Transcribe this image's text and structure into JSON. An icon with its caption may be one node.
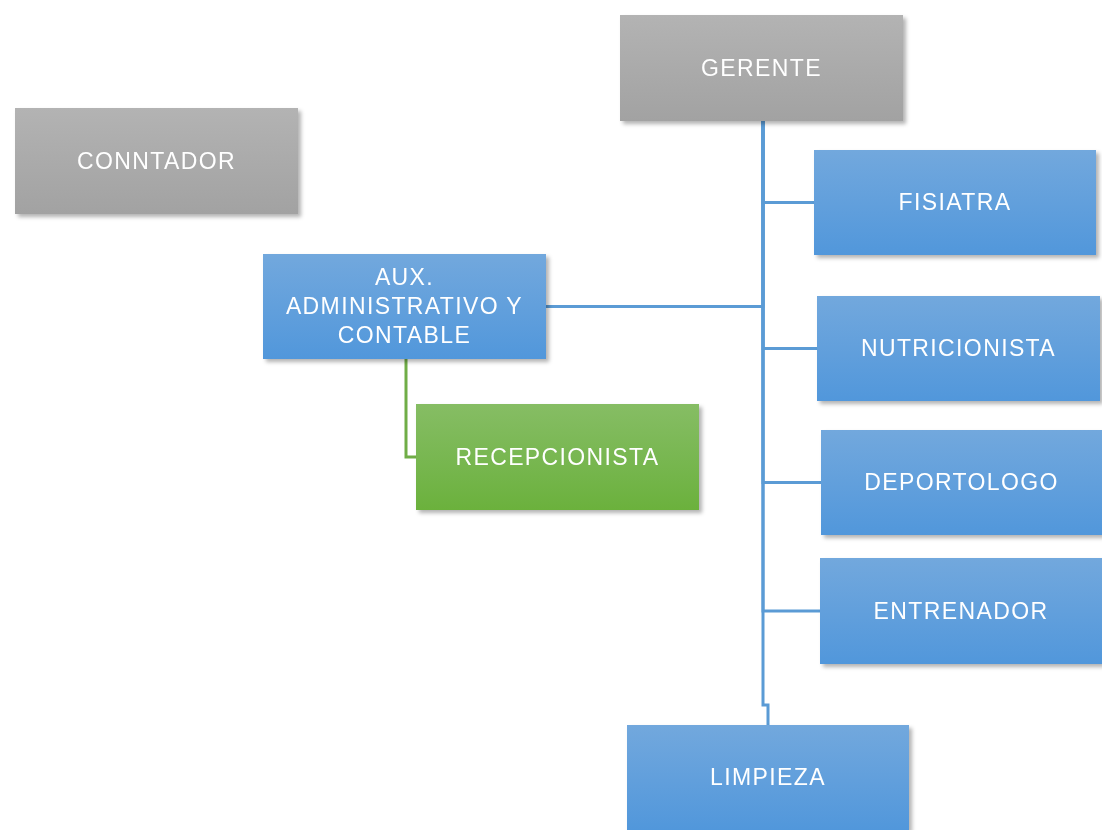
{
  "diagram": {
    "nodes": [
      {
        "text": [
          "GERENTE"
        ]
      },
      {
        "text": [
          "CONNTADOR"
        ]
      },
      {
        "text": [
          "FISIATRA"
        ]
      },
      {
        "text": [
          "AUX. ADMINISTRATIVO Y CONTABLE"
        ]
      },
      {
        "text": [
          "NUTRICIONISTA"
        ]
      },
      {
        "text": [
          "RECEPCIONISTA"
        ]
      },
      {
        "text": [
          "DEPORTOLOGO"
        ]
      },
      {
        "text": [
          "ENTRENADOR"
        ]
      },
      {
        "text": [
          "LIMPIEZA"
        ]
      }
    ],
    "edges": [
      {
        "from": 0,
        "to": 2,
        "arrow": "none"
      },
      {
        "from": 0,
        "to": 3,
        "arrow": "none"
      },
      {
        "from": 0,
        "to": 4,
        "arrow": "none"
      },
      {
        "from": 0,
        "to": 6,
        "arrow": "none"
      },
      {
        "from": 0,
        "to": 7,
        "arrow": "none"
      },
      {
        "from": 0,
        "to": 8,
        "arrow": "none"
      },
      {
        "from": 3,
        "to": 5,
        "arrow": "none",
        "color": "#70ad47"
      }
    ]
  }
}
